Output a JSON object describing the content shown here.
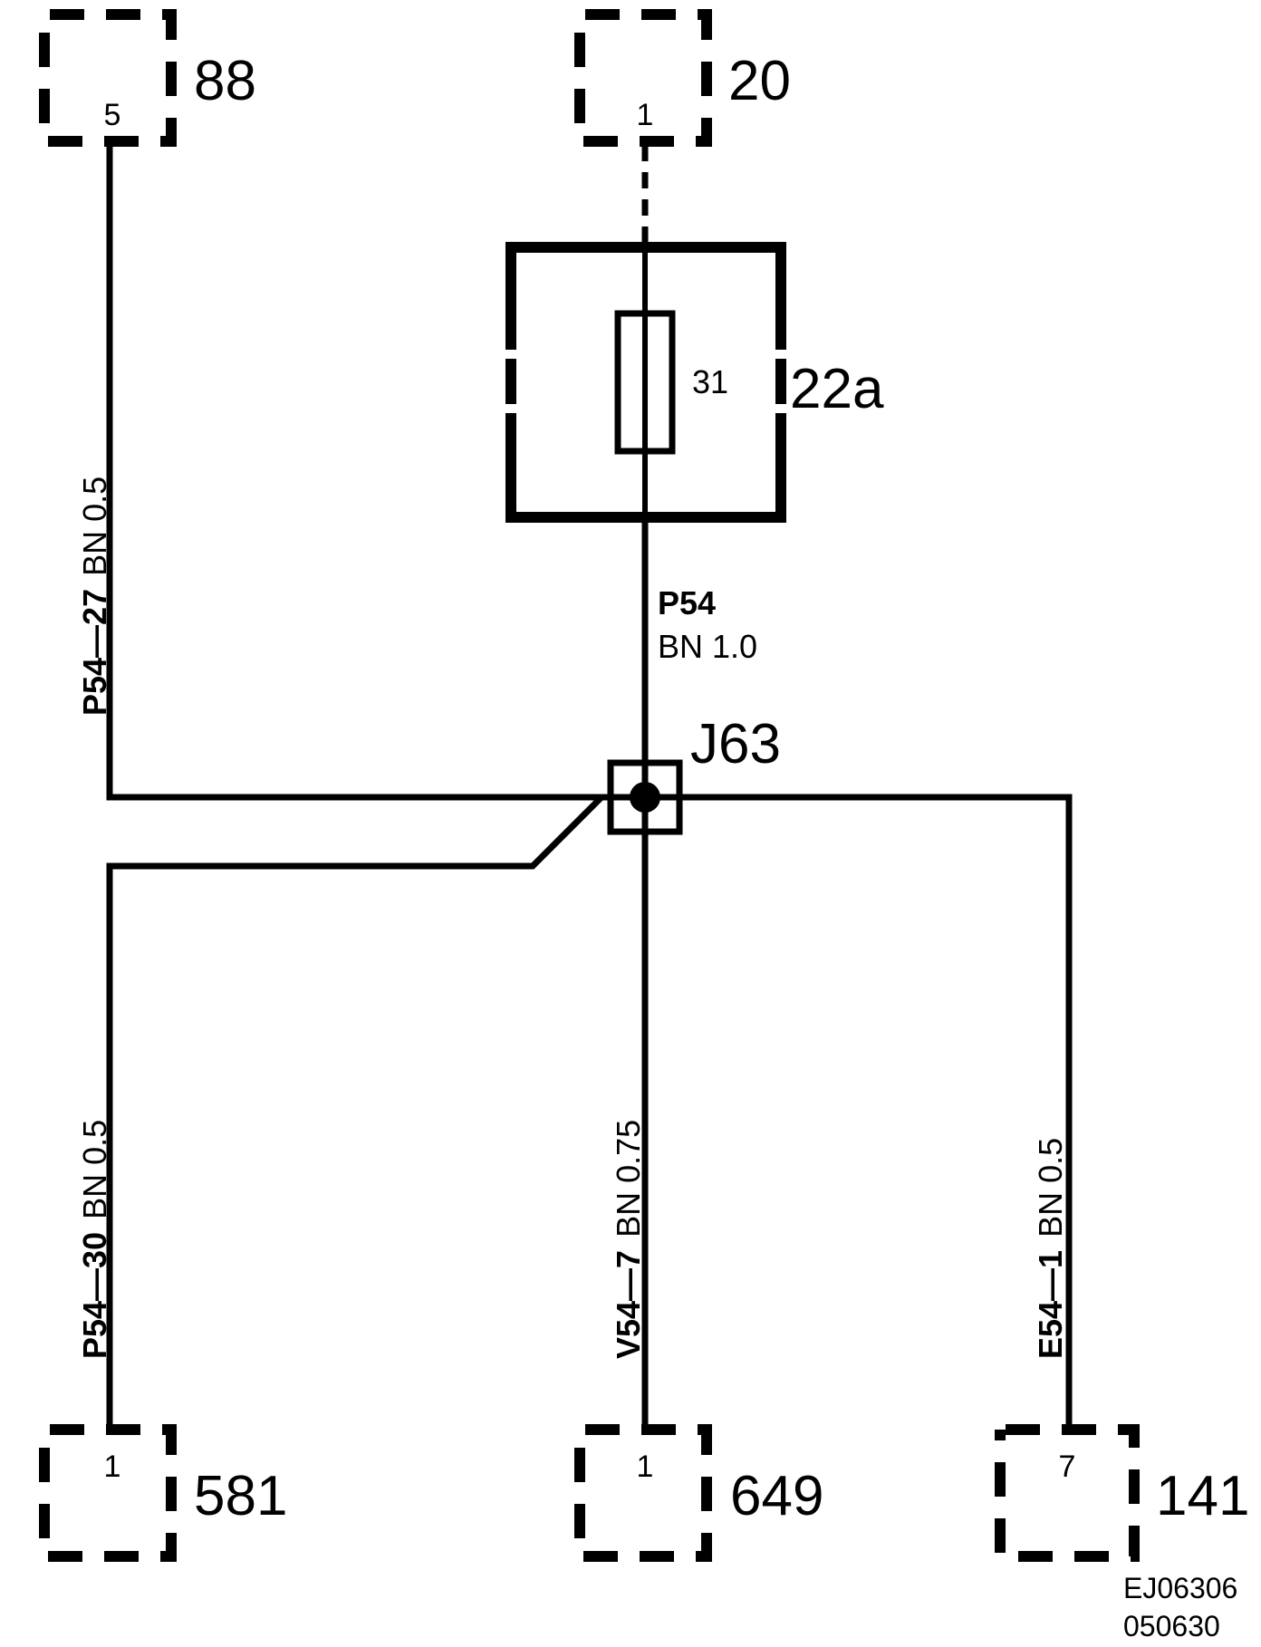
{
  "components": {
    "c88": {
      "id": "88",
      "pin": "5"
    },
    "c20": {
      "id": "20",
      "pin": "1"
    },
    "c581": {
      "id": "581",
      "pin": "1"
    },
    "c649": {
      "id": "649",
      "pin": "1"
    },
    "c141": {
      "id": "141",
      "pin": "7"
    }
  },
  "fuse": {
    "id": "22a",
    "number": "31"
  },
  "junction": {
    "id": "J63"
  },
  "wires": {
    "w88": {
      "id": "P54—27",
      "spec": "BN  0.5"
    },
    "w20": {
      "id": "P54",
      "spec": "BN  1.0"
    },
    "w581": {
      "id": "P54—30",
      "spec": "BN  0.5"
    },
    "w649": {
      "id": "V54—7",
      "spec": "BN  0.75"
    },
    "w141": {
      "id": "E54—1",
      "spec": "BN  0.5"
    }
  },
  "reference": {
    "line1": "EJ06306",
    "line2": "050630"
  }
}
